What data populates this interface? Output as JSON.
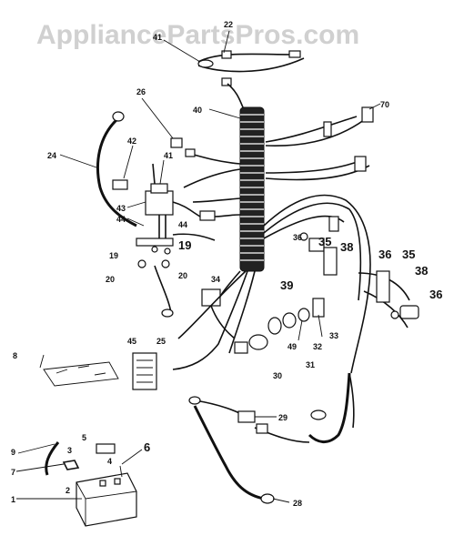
{
  "watermark": "AppliancePartsPros.com",
  "callouts": {
    "c22": "22",
    "c41": "41",
    "c70": "70",
    "c26": "26",
    "c40": "40",
    "c42": "42",
    "c24": "24",
    "c41b": "41",
    "c43": "43",
    "c44a": "44",
    "c44b": "44",
    "c19a": "19",
    "c19b": "19",
    "c20a": "20",
    "c20b": "20",
    "c25": "25",
    "c36a": "36",
    "c35a": "35",
    "c35b": "35",
    "c36b": "36",
    "c38a": "38",
    "c38b": "38",
    "c36c": "36",
    "c39": "39",
    "c34": "34",
    "c49": "49",
    "c32": "32",
    "c33": "33",
    "c30": "30",
    "c31": "31",
    "c45": "45",
    "c8": "8",
    "c29": "29",
    "c9": "9",
    "c5": "5",
    "c3": "3",
    "c6": "6",
    "c7": "7",
    "c4": "4",
    "c1": "1",
    "c2": "2",
    "c28": "28"
  }
}
